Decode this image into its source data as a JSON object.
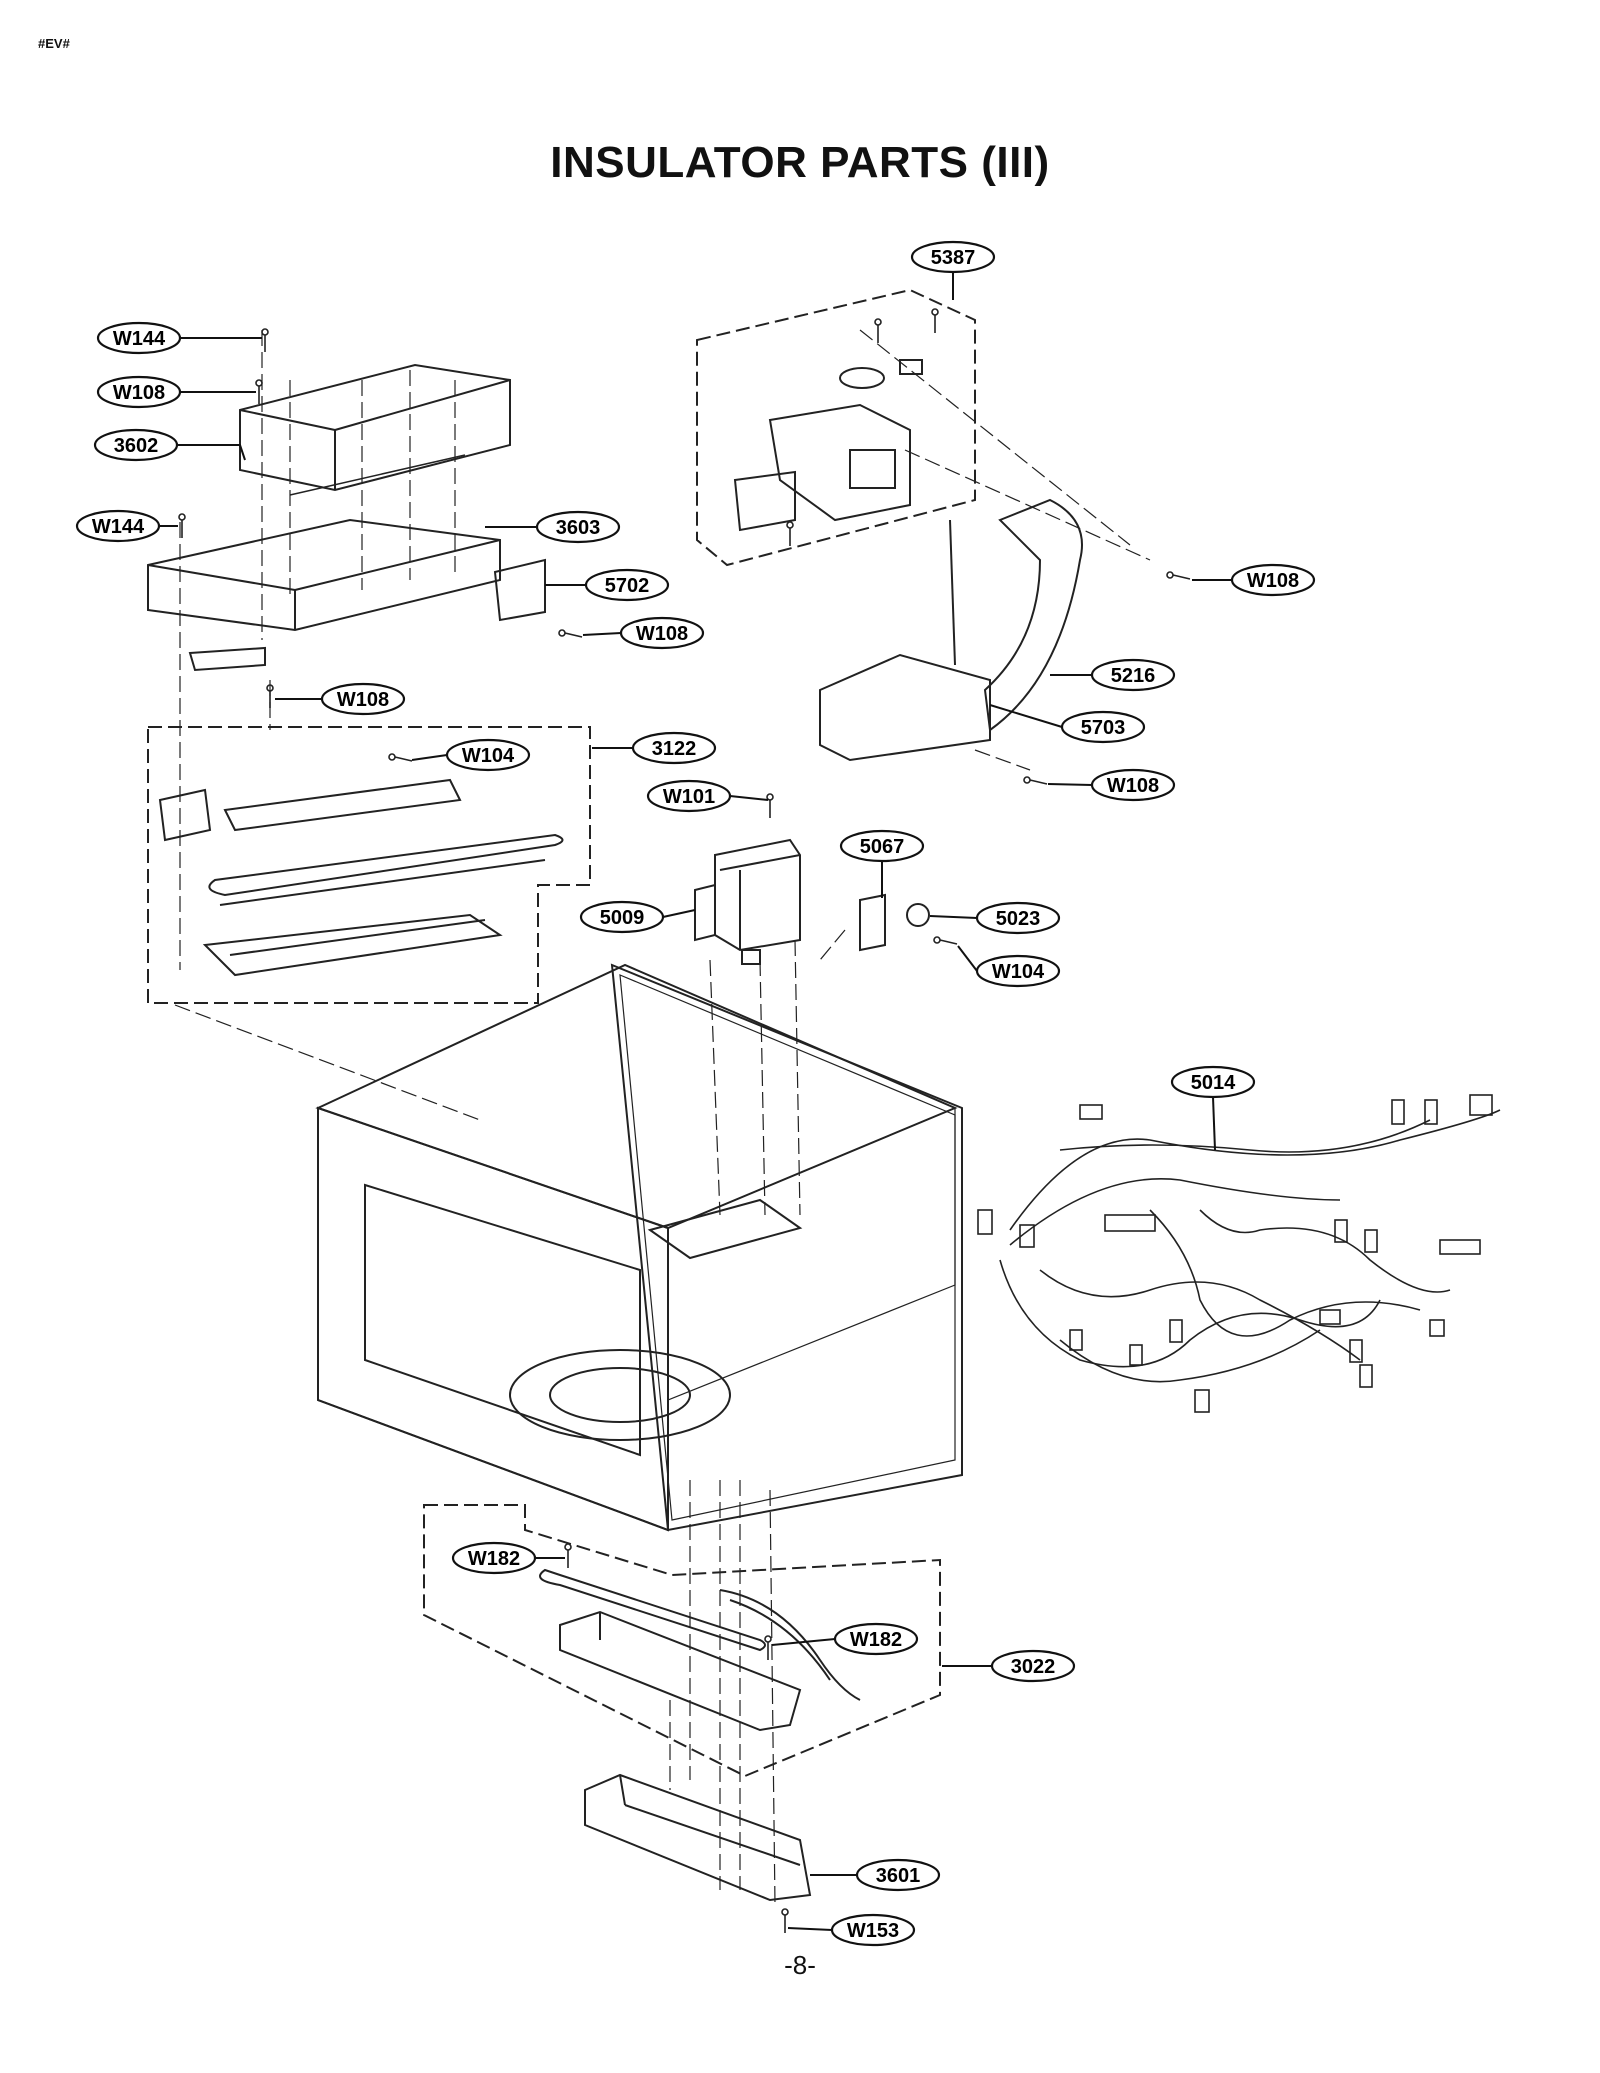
{
  "header": {
    "code": "#EV#"
  },
  "title": "INSULATOR PARTS (III)",
  "page_number": "-8-",
  "callouts": [
    {
      "id": "c-5387",
      "label": "5387"
    },
    {
      "id": "c-w144-top",
      "label": "W144"
    },
    {
      "id": "c-w108-top",
      "label": "W108"
    },
    {
      "id": "c-3602",
      "label": "3602"
    },
    {
      "id": "c-w144-mid",
      "label": "W144"
    },
    {
      "id": "c-3603",
      "label": "3603"
    },
    {
      "id": "c-5702",
      "label": "5702"
    },
    {
      "id": "c-w108-5702",
      "label": "W108"
    },
    {
      "id": "c-w108-right",
      "label": "W108"
    },
    {
      "id": "c-w108-left",
      "label": "W108"
    },
    {
      "id": "c-5216",
      "label": "5216"
    },
    {
      "id": "c-5703",
      "label": "5703"
    },
    {
      "id": "c-3122",
      "label": "3122"
    },
    {
      "id": "c-w104-heater",
      "label": "W104"
    },
    {
      "id": "c-w101",
      "label": "W101"
    },
    {
      "id": "c-w108-duct",
      "label": "W108"
    },
    {
      "id": "c-5067",
      "label": "5067"
    },
    {
      "id": "c-5009",
      "label": "5009"
    },
    {
      "id": "c-5023",
      "label": "5023"
    },
    {
      "id": "c-w104-5023",
      "label": "W104"
    },
    {
      "id": "c-5014",
      "label": "5014"
    },
    {
      "id": "c-w182-top",
      "label": "W182"
    },
    {
      "id": "c-w182-mid",
      "label": "W182"
    },
    {
      "id": "c-3022",
      "label": "3022"
    },
    {
      "id": "c-3601",
      "label": "3601"
    },
    {
      "id": "c-w153",
      "label": "W153"
    }
  ]
}
